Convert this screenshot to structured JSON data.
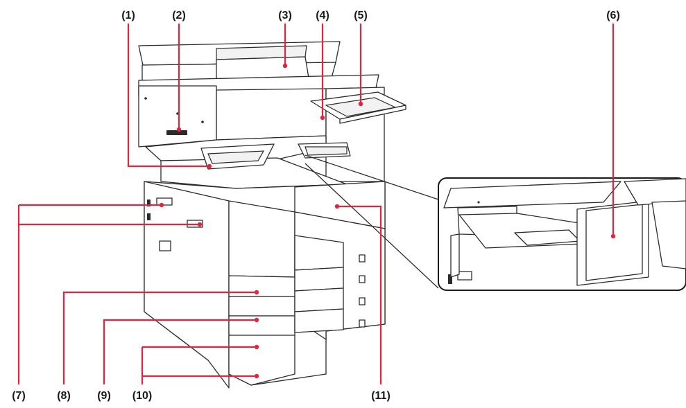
{
  "callouts": [
    {
      "id": "1",
      "label": "(1)"
    },
    {
      "id": "2",
      "label": "(2)"
    },
    {
      "id": "3",
      "label": "(3)"
    },
    {
      "id": "4",
      "label": "(4)"
    },
    {
      "id": "5",
      "label": "(5)"
    },
    {
      "id": "6",
      "label": "(6)"
    },
    {
      "id": "7",
      "label": "(7)"
    },
    {
      "id": "8",
      "label": "(8)"
    },
    {
      "id": "9",
      "label": "(9)"
    },
    {
      "id": "10",
      "label": "(10)"
    },
    {
      "id": "11",
      "label": "(11)"
    }
  ],
  "colors": {
    "leader": "#e0263f",
    "line_art": "#2b2b2b",
    "label_text": "#1a1a1a"
  }
}
